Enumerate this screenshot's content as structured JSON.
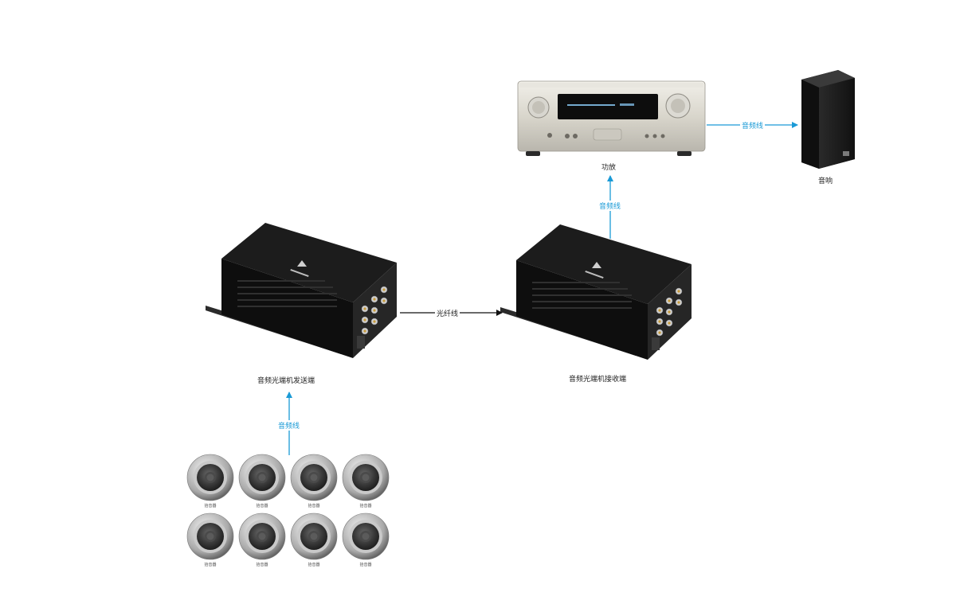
{
  "labels": {
    "amplifier": "功放",
    "speaker": "音响",
    "transmitter": "音频光端机发送端",
    "receiver": "音频光端机接收端",
    "audio_line": "音频线",
    "fiber_line": "光纤线"
  },
  "microphones": [
    {
      "label": "拾音器"
    },
    {
      "label": "拾音器"
    },
    {
      "label": "拾音器"
    },
    {
      "label": "拾音器"
    },
    {
      "label": "拾音器"
    },
    {
      "label": "拾音器"
    },
    {
      "label": "拾音器"
    },
    {
      "label": "拾音器"
    }
  ],
  "colors": {
    "audio_line": "#1a9ad6",
    "fiber_line": "#111111",
    "device_body": "#151515"
  }
}
